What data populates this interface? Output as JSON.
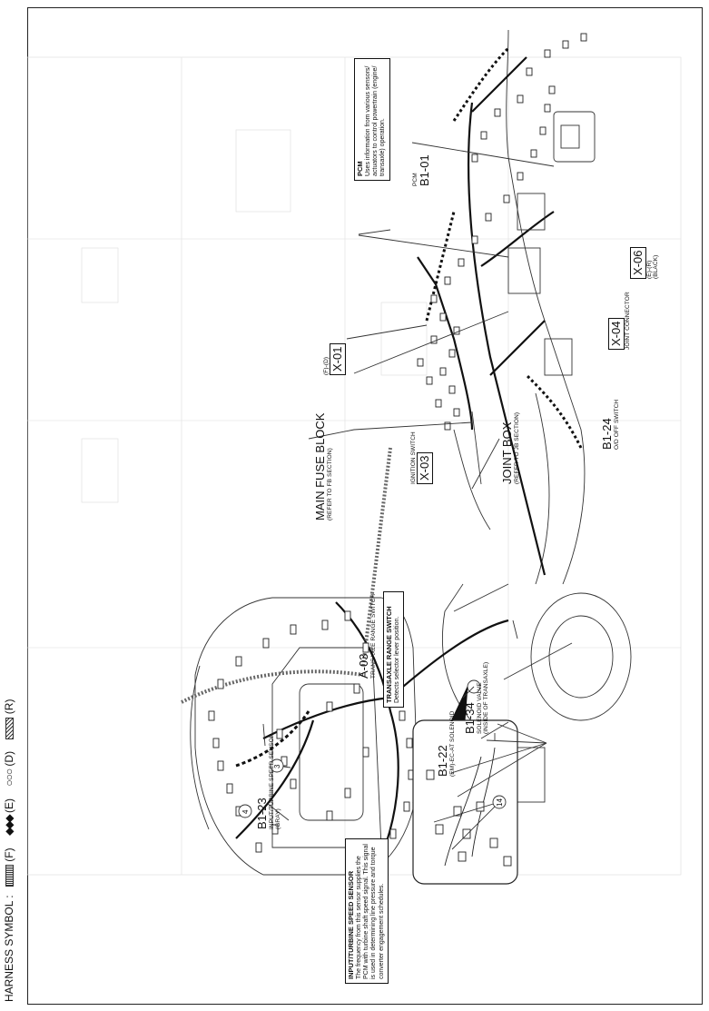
{
  "harness_symbols": {
    "title": "HARNESS SYMBOL :",
    "items": [
      {
        "code": "(F)"
      },
      {
        "code": "(E)"
      },
      {
        "code": "(D)"
      },
      {
        "code": "(R)"
      }
    ]
  },
  "callouts": [
    {
      "code": "B1-23",
      "name": "INPUT/TURBINE SPEED SENSOR",
      "extra": "(GRAY)"
    },
    {
      "code": "MAIN FUSE BLOCK",
      "name": "(REFER TO FB SECTION)"
    },
    {
      "code": "A-03",
      "name": "TRANSAXLE RANGE SWITCH"
    },
    {
      "code": "B1-22",
      "name": "(EM)-EC-AT SOLENOID"
    },
    {
      "code": "B1-34",
      "name": "SOLENOID VALVE",
      "extra": "(INSIDE OF TRANSAXLE)"
    },
    {
      "code": "X-03",
      "name": "IGNITION SWITCH"
    },
    {
      "code": "JOINT BOX",
      "name": "(REFER TO JB SECTION)"
    },
    {
      "code": "X-01",
      "name": "(F)-(D)"
    },
    {
      "code": "B1-24",
      "name": "O/D OFF SWITCH"
    },
    {
      "code": "X-04",
      "name": "JOINT CONNECTOR"
    },
    {
      "code": "X-06",
      "name": "(E)-(R)",
      "extra": "(BLACK)"
    },
    {
      "code": "B1-01",
      "name": "PCM"
    }
  ],
  "circled_numbers": [
    "4",
    "3",
    "14"
  ],
  "descriptions": {
    "input_turbine": {
      "title": "INPUT/TURBINE SPEED SENSOR",
      "body": "The frequency from this sensor supplies the PCM with turbine shaft speed signal. This signal is used in determining line pressure and torque converter engagement schedules."
    },
    "tr_switch": {
      "title": "TRANSAXLE RANGE SWITCH",
      "body": "Detects selector lever position."
    },
    "pcm": {
      "title": "PCM",
      "body": "Uses information from various sensors/ actuators to control powertrain (engine/ transaxle) operation."
    }
  }
}
